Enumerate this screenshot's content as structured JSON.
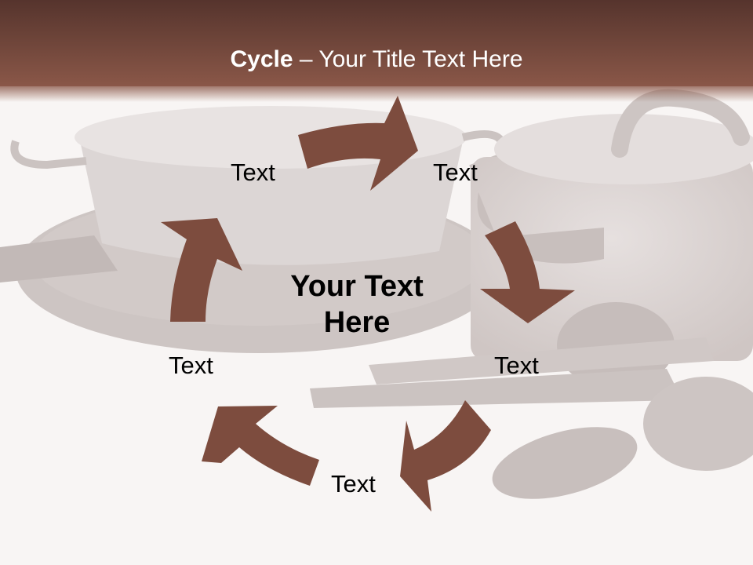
{
  "slide": {
    "title": {
      "bold": "Cycle",
      "separator": " – ",
      "rest": "Your Title Text Here"
    },
    "center_text": {
      "line1": "Your Text",
      "line2": "Here"
    },
    "nodes": [
      {
        "label": "Text",
        "position": "top-left"
      },
      {
        "label": "Text",
        "position": "top-right"
      },
      {
        "label": "Text",
        "position": "right"
      },
      {
        "label": "Text",
        "position": "bottom"
      },
      {
        "label": "Text",
        "position": "left"
      }
    ],
    "arrows": [
      {
        "from": "top-left",
        "to": "top-right",
        "direction": "clockwise"
      },
      {
        "from": "top-right",
        "to": "right",
        "direction": "clockwise"
      },
      {
        "from": "right",
        "to": "bottom",
        "direction": "clockwise"
      },
      {
        "from": "bottom",
        "to": "left",
        "direction": "clockwise"
      },
      {
        "from": "left",
        "to": "top-left",
        "direction": "clockwise"
      }
    ],
    "colors": {
      "header_dark": "#56342d",
      "header_light": "#8a5748",
      "arrow": "#7d4c3e",
      "background": "#f8f5f4",
      "title_text": "#ffffff",
      "body_text": "#000000"
    },
    "background_image": "cookware-photo-faded"
  }
}
